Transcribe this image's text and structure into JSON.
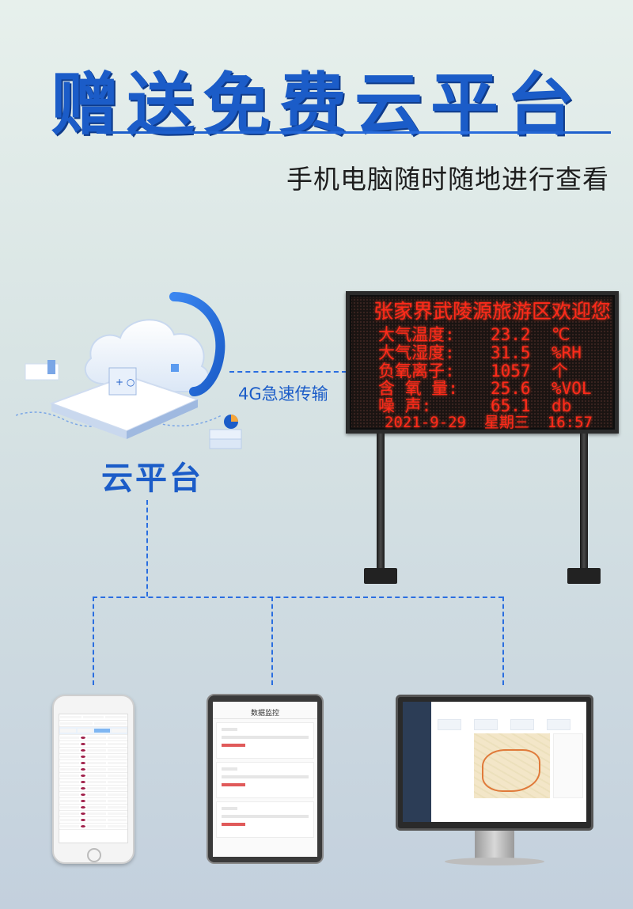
{
  "header": {
    "title": "赠送免费云平台",
    "subtitle": "手机电脑随时随地进行查看"
  },
  "platform": {
    "label": "云平台",
    "link_label": "4G急速传输"
  },
  "led_board": {
    "title": "张家界武陵源旅游区欢迎您",
    "rows": [
      {
        "label": "大气温度:",
        "value": "23.2",
        "unit": "℃"
      },
      {
        "label": "大气湿度:",
        "value": "31.5",
        "unit": "%RH"
      },
      {
        "label": "负氧离子:",
        "value": "1057",
        "unit": "个"
      },
      {
        "label": "含 氧 量:",
        "value": "25.6",
        "unit": "%VOL"
      },
      {
        "label": "噪   声:",
        "value": "65.1",
        "unit": "db"
      }
    ],
    "footer": {
      "date": "2021-9-29",
      "weekday": "星期三",
      "time": "16:57"
    }
  },
  "devices": {
    "tablet_header": "数据监控"
  },
  "colors": {
    "accent": "#1b5cc8",
    "led": "#ff2a1a"
  }
}
